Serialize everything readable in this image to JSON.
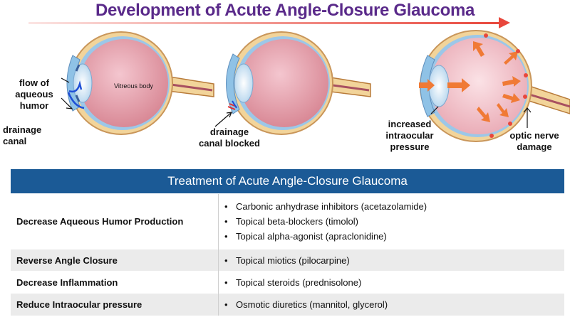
{
  "header": {
    "title": "Development of Acute Angle-Closure Glaucoma"
  },
  "colors": {
    "title": "#5a2a8a",
    "arrow": "#e8473c",
    "table_header": "#1b5a96",
    "pressure_arrow": "#f07a35"
  },
  "panels": [
    {
      "inner_label": "Vitreous body",
      "labels": {
        "flow": "flow of\naqueous\nhumor",
        "canal": "drainage\ncanal"
      }
    },
    {
      "labels": {
        "blocked": "drainage\ncanal blocked"
      }
    },
    {
      "labels": {
        "pressure": "increased\nintraocular\npressure",
        "damage": "optic nerve\ndamage"
      }
    }
  ],
  "treatment": {
    "title": "Treatment of Acute Angle-Closure Glaucoma",
    "rows": [
      {
        "goal": "Decrease Aqueous Humor Production",
        "meds": [
          "Carbonic anhydrase inhibitors (acetazolamide)",
          "Topical beta-blockers (timolol)",
          "Topical alpha-agonist (apraclonidine)"
        ]
      },
      {
        "goal": "Reverse Angle Closure",
        "meds": [
          "Topical miotics (pilocarpine)"
        ]
      },
      {
        "goal": "Decrease Inflammation",
        "meds": [
          "Topical steroids (prednisolone)"
        ]
      },
      {
        "goal": "Reduce Intraocular pressure",
        "meds": [
          "Osmotic diuretics (mannitol, glycerol)"
        ]
      }
    ]
  }
}
